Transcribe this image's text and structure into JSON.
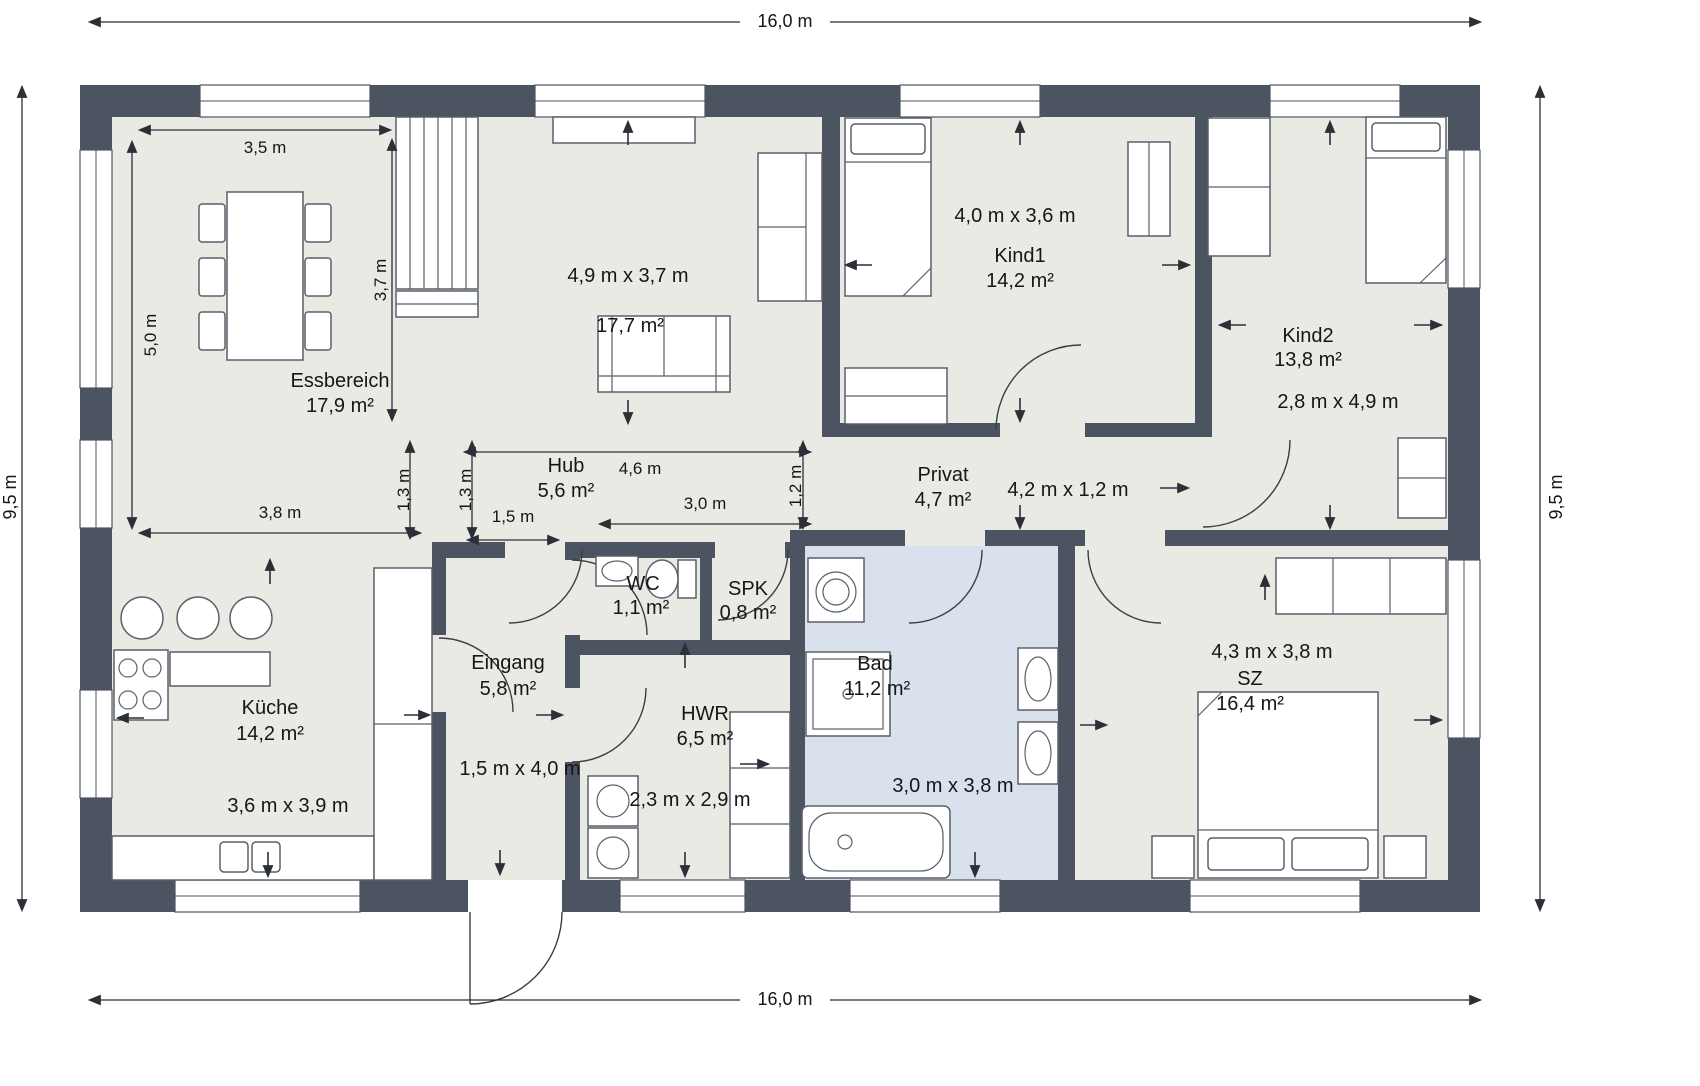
{
  "plan": {
    "overall": {
      "top": "16,0 m",
      "bottom": "16,0 m",
      "left": "9,5 m",
      "right": "9,5 m"
    },
    "rooms": {
      "essbereich": {
        "name": "Essbereich",
        "area": "17,9 m²"
      },
      "wohnbereich": {
        "dims": "4,9 m x 3,7 m",
        "area": "17,7 m²"
      },
      "hub": {
        "name": "Hub",
        "area": "5,6 m²"
      },
      "privat": {
        "name": "Privat",
        "area": "4,7 m²",
        "dims": "4,2 m x 1,2 m"
      },
      "kind1": {
        "name": "Kind1",
        "area": "14,2 m²",
        "dims": "4,0 m x 3,6 m"
      },
      "kind2": {
        "name": "Kind2",
        "area": "13,8 m²",
        "dims": "2,8 m x 4,9 m"
      },
      "kueche": {
        "name": "Küche",
        "area": "14,2 m²",
        "dims": "3,6 m x 3,9 m"
      },
      "eingang": {
        "name": "Eingang",
        "area": "5,8 m²",
        "dims": "1,5 m x 4,0 m"
      },
      "wc": {
        "name": "WC",
        "area": "1,1 m²"
      },
      "spk": {
        "name": "SPK",
        "area": "0,8 m²"
      },
      "hwr": {
        "name": "HWR",
        "area": "6,5 m²",
        "dims": "2,3 m x 2,9 m"
      },
      "bad": {
        "name": "Bad",
        "area": "11,2 m²",
        "dims": "3,0 m x 3,8 m"
      },
      "sz": {
        "name": "SZ",
        "area": "16,4 m²",
        "dims": "4,3 m x 3,8 m"
      }
    },
    "dimensions": {
      "essbereich_width": "3,5 m",
      "essbereich_height": "5,0 m",
      "stair_height": "3,7 m",
      "kueche_width": "3,8 m",
      "hub_left_a": "1,3 m",
      "hub_left_b": "1,3 m",
      "hub_small": "1,5 m",
      "hub_width": "4,6 m",
      "hub_lower": "3,0 m",
      "hub_right": "1,2 m"
    },
    "colors": {
      "wall": "#4d5461",
      "floor": "#e9eae3",
      "bad_floor": "#d9e2ec"
    }
  }
}
